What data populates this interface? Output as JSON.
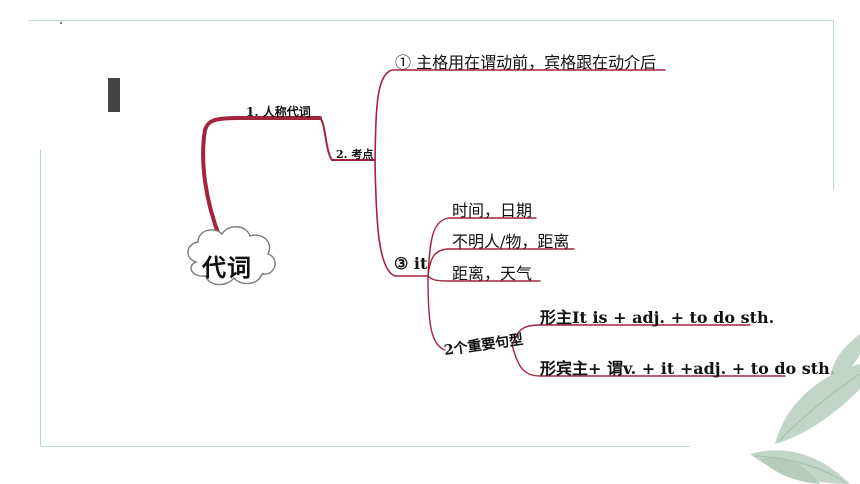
{
  "central_topic": "代词",
  "branch_1": "1. 人称代词",
  "branch_2": "2. 考点",
  "point_1": "① 主格用在谓动前，宾格跟在动介后",
  "point_3": "③ it",
  "it_uses": [
    "时间，日期",
    "不明人/物，距离",
    "距离，天气"
  ],
  "patterns_label": "2个重要句型",
  "patterns": [
    "形主It is + adj. + to do sth.",
    "形宾主+ 谓v. + it +adj. + to do sth."
  ],
  "colors": {
    "line": "#a3243f",
    "underline": "#222222",
    "frame": "#b9dcc8",
    "leaf": "#b7cfbf"
  }
}
